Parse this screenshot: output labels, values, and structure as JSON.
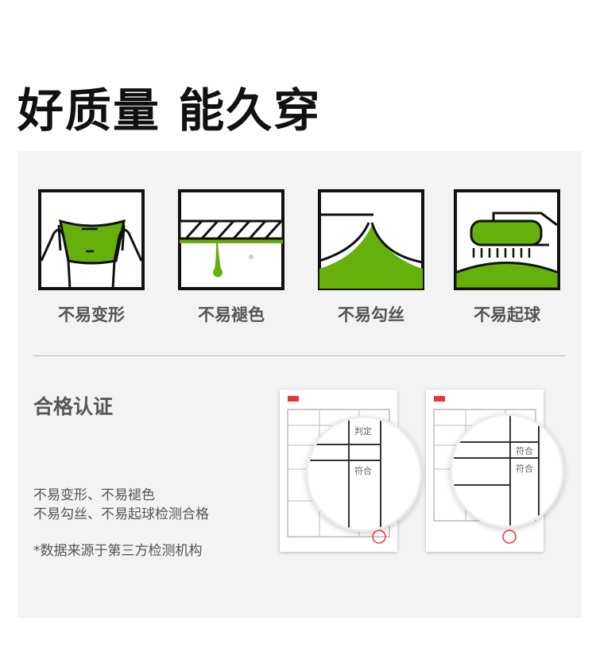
{
  "title": "好质量 能久穿",
  "features": [
    {
      "label": "不易变形"
    },
    {
      "label": "不易褪色"
    },
    {
      "label": "不易勾丝"
    },
    {
      "label": "不易起球"
    }
  ],
  "certification": {
    "heading": "合格认证",
    "line1": "不易变形、不易褪色",
    "line2": "不易勾丝、不易起球检测合格",
    "note": "*数据来源于第三方检测机构",
    "doc1": {
      "col_header": "判定",
      "result": "符合"
    },
    "doc2": {
      "result1": "符合",
      "result2": "符合"
    }
  },
  "colors": {
    "accent": "#66b00c",
    "text": "#555555"
  }
}
